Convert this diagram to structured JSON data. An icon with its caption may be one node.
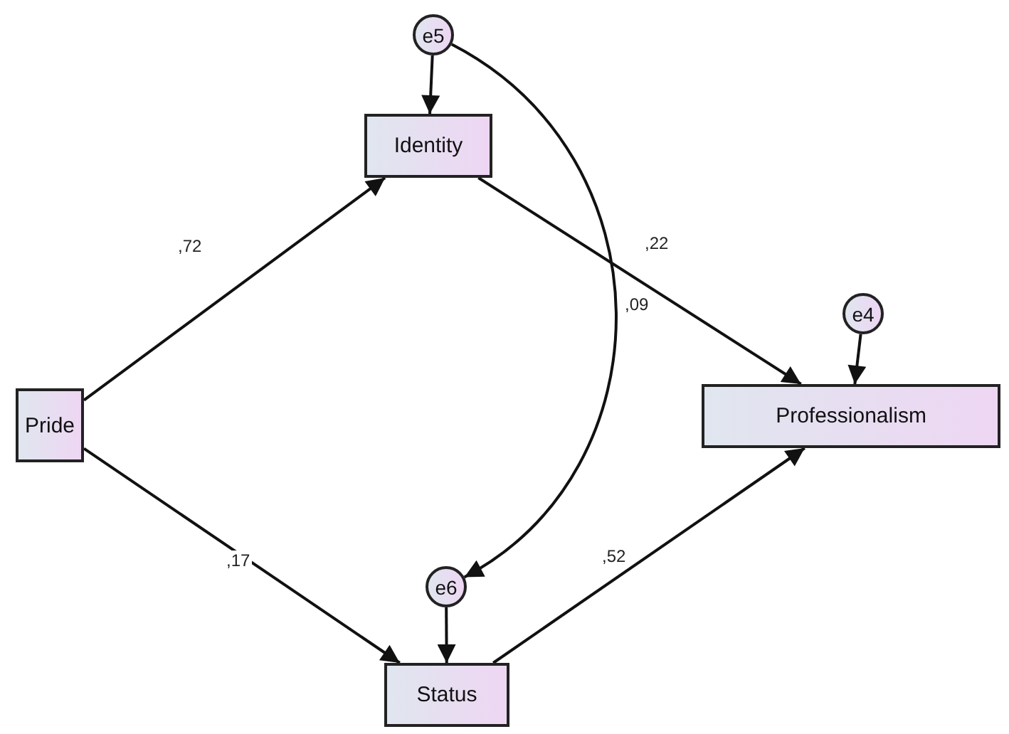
{
  "diagram": {
    "nodes": [
      {
        "text": [
          "Pride"
        ]
      },
      {
        "text": [
          "Identity"
        ]
      },
      {
        "text": [
          "Status"
        ]
      },
      {
        "text": [
          "Professionalism"
        ]
      },
      {
        "text": [
          "e5"
        ]
      },
      {
        "text": [
          "e6"
        ]
      },
      {
        "text": [
          "e4"
        ]
      }
    ],
    "edges": [
      {
        "from": 0,
        "to": 1,
        "arrow": "to",
        "label": ",72"
      },
      {
        "from": 0,
        "to": 2,
        "arrow": "to",
        "label": ",17"
      },
      {
        "from": 1,
        "to": 3,
        "arrow": "to",
        "label": ",22"
      },
      {
        "from": 2,
        "to": 3,
        "arrow": "to",
        "label": ",52"
      },
      {
        "from": 4,
        "to": 1,
        "arrow": "to"
      },
      {
        "from": 5,
        "to": 2,
        "arrow": "to"
      },
      {
        "from": 6,
        "to": 3,
        "arrow": "to"
      },
      {
        "from": 4,
        "to": 5,
        "arrow": "to",
        "label": ",09"
      }
    ]
  }
}
